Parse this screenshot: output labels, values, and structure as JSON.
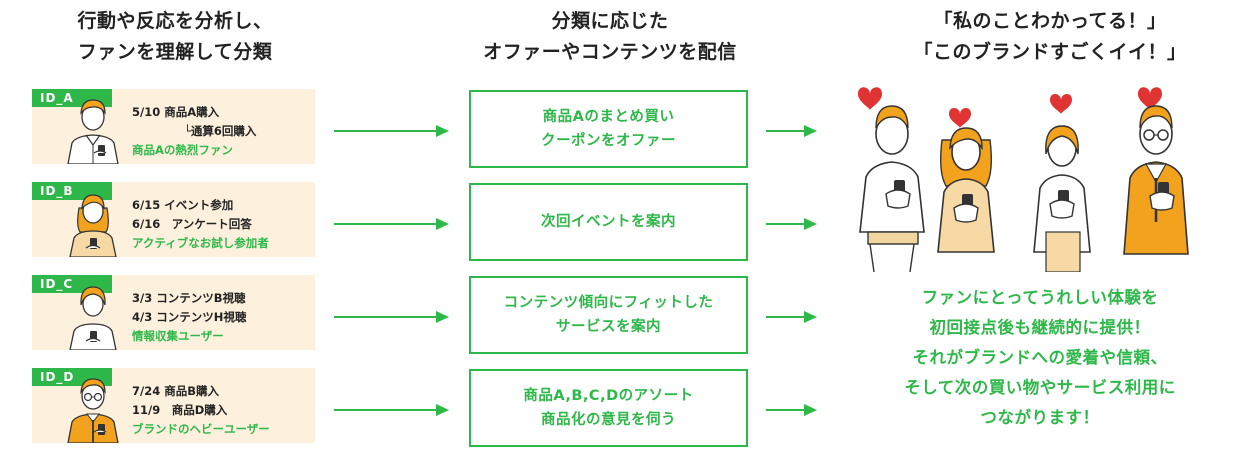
{
  "headings": {
    "col1": [
      "行動や反応を分析し、",
      "ファンを理解して分類"
    ],
    "col2": [
      "分類に応じた",
      "オファーやコンテンツを配信"
    ],
    "col3": [
      "「私のことわかってる！」",
      "「このブランドすごくイイ！」"
    ]
  },
  "customers": [
    {
      "id": "ID_A",
      "line1": "5/10 商品A購入",
      "line2": "└通算6回購入",
      "segment": "商品Aの熱烈ファン"
    },
    {
      "id": "ID_B",
      "line1": "6/15 イベント参加",
      "line2": "6/16　アンケート回答",
      "segment": "アクティブなお試し参加者"
    },
    {
      "id": "ID_C",
      "line1": "3/3 コンテンツB視聴",
      "line2": "4/3 コンテンツH視聴",
      "segment": "情報収集ユーザー"
    },
    {
      "id": "ID_D",
      "line1": "7/24 商品B購入",
      "line2": "11/9　商品D購入",
      "segment": "ブランドのヘビーユーザー"
    }
  ],
  "offers": [
    [
      "商品Aのまとめ買い",
      "クーポンをオファー"
    ],
    [
      "次回イベントを案内"
    ],
    [
      "コンテンツ傾向にフィットした",
      "サービスを案内"
    ],
    [
      "商品A,B,C,Dのアソート",
      "商品化の意見を伺う"
    ]
  ],
  "closing": [
    "ファンにとってうれしい体験を",
    "初回接点後も継続的に提供！",
    "それがブランドへの愛着や信頼、",
    "そして次の買い物やサービス利用に",
    "つながります！"
  ],
  "colors": {
    "accent_green": "#2fb84a",
    "card_bg": "#fdf1de",
    "heart": "#e03434",
    "orange": "#f2a21c"
  }
}
